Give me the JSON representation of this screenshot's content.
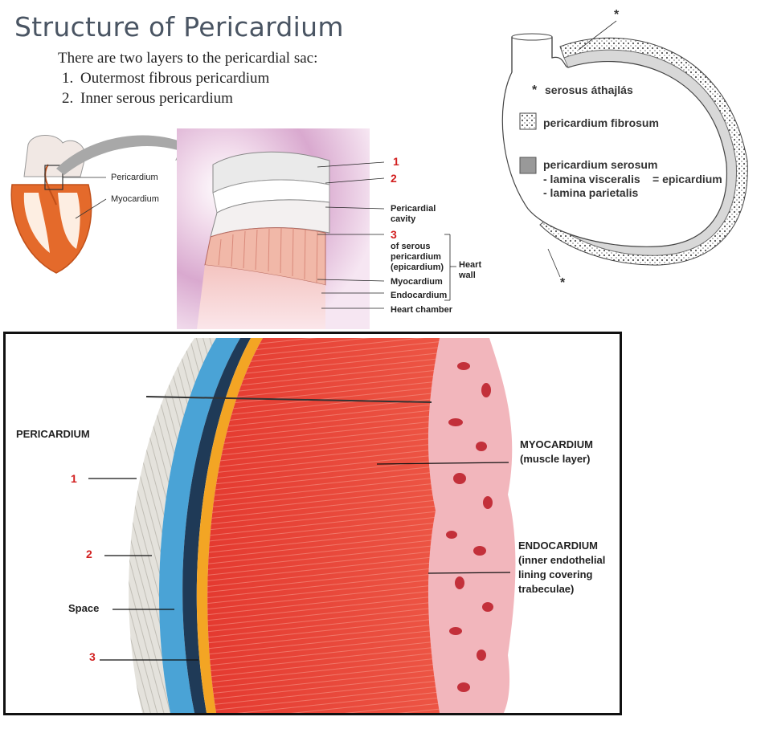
{
  "title": "Structure of Pericardium",
  "intro": {
    "text": "There are two layers to the pericardial sac:",
    "items": [
      "Outermost fibrous pericardium",
      "Inner serous pericardium"
    ]
  },
  "top_left_diagram": {
    "left_labels": {
      "pericardium": "Pericardium",
      "myocardium": "Myocardium"
    },
    "numbers": [
      "1",
      "2",
      "3"
    ],
    "pericardial_cavity": "Pericardial cavity",
    "serous_label": "of serous pericardium (epicardium)",
    "myocardium": "Myocardium",
    "endocardium": "Endocardium",
    "heart_wall": "Heart wall",
    "heart_chamber": "Heart chamber"
  },
  "top_right_diagram": {
    "asterisk": "*",
    "serosus": "serosus áthajlás",
    "fibrosum": "pericardium fibrosum",
    "serosum": "pericardium serosum",
    "visceralis": "- lamina visceralis",
    "equals_epicardium": "= epicardium",
    "parietalis": "- lamina parietalis"
  },
  "bottom_diagram": {
    "pericardium": "PERICARDIUM",
    "numbers": [
      "1",
      "2",
      "3"
    ],
    "space": "Space",
    "myocardium": "MYOCARDIUM",
    "muscle_layer": "(muscle layer)",
    "endocardium": "ENDOCARDIUM",
    "endo_desc": [
      "(inner endothelial",
      "lining covering",
      "trabeculae)"
    ]
  },
  "colors": {
    "muscle": "#e8453c",
    "serous": "#4aa3d6",
    "fibrous": "#e4e2dc",
    "label_red": "#d21f1f",
    "heart_orange": "#e46a2b"
  }
}
